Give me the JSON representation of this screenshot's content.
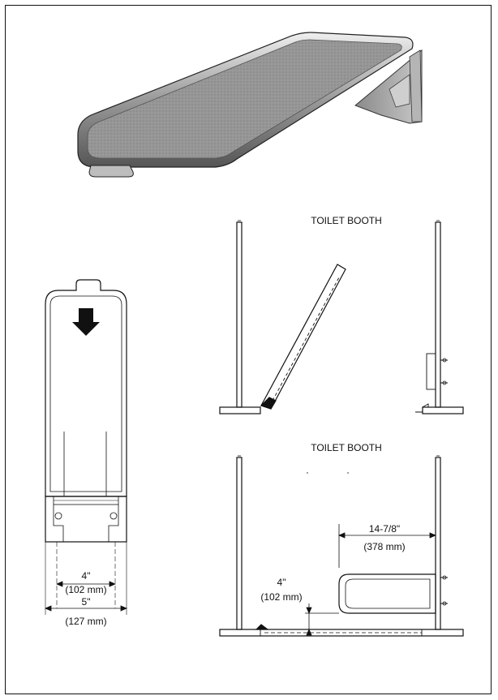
{
  "labels": {
    "booth_top": "TOILET BOOTH",
    "booth_bottom": "TOILET BOOTH"
  },
  "dimensions": {
    "front_inner_in": "4\"",
    "front_inner_mm": "(102 mm)",
    "front_outer_in": "5\"",
    "front_outer_mm": "(127 mm)",
    "depth_in": "14-7/8\"",
    "depth_mm": "(378 mm)",
    "height_in": "4\"",
    "height_mm": "(102 mm)"
  },
  "colors": {
    "line": "#111111",
    "shelf_gray": "#9a9a9a",
    "shelf_dark": "#6e6e6e"
  }
}
